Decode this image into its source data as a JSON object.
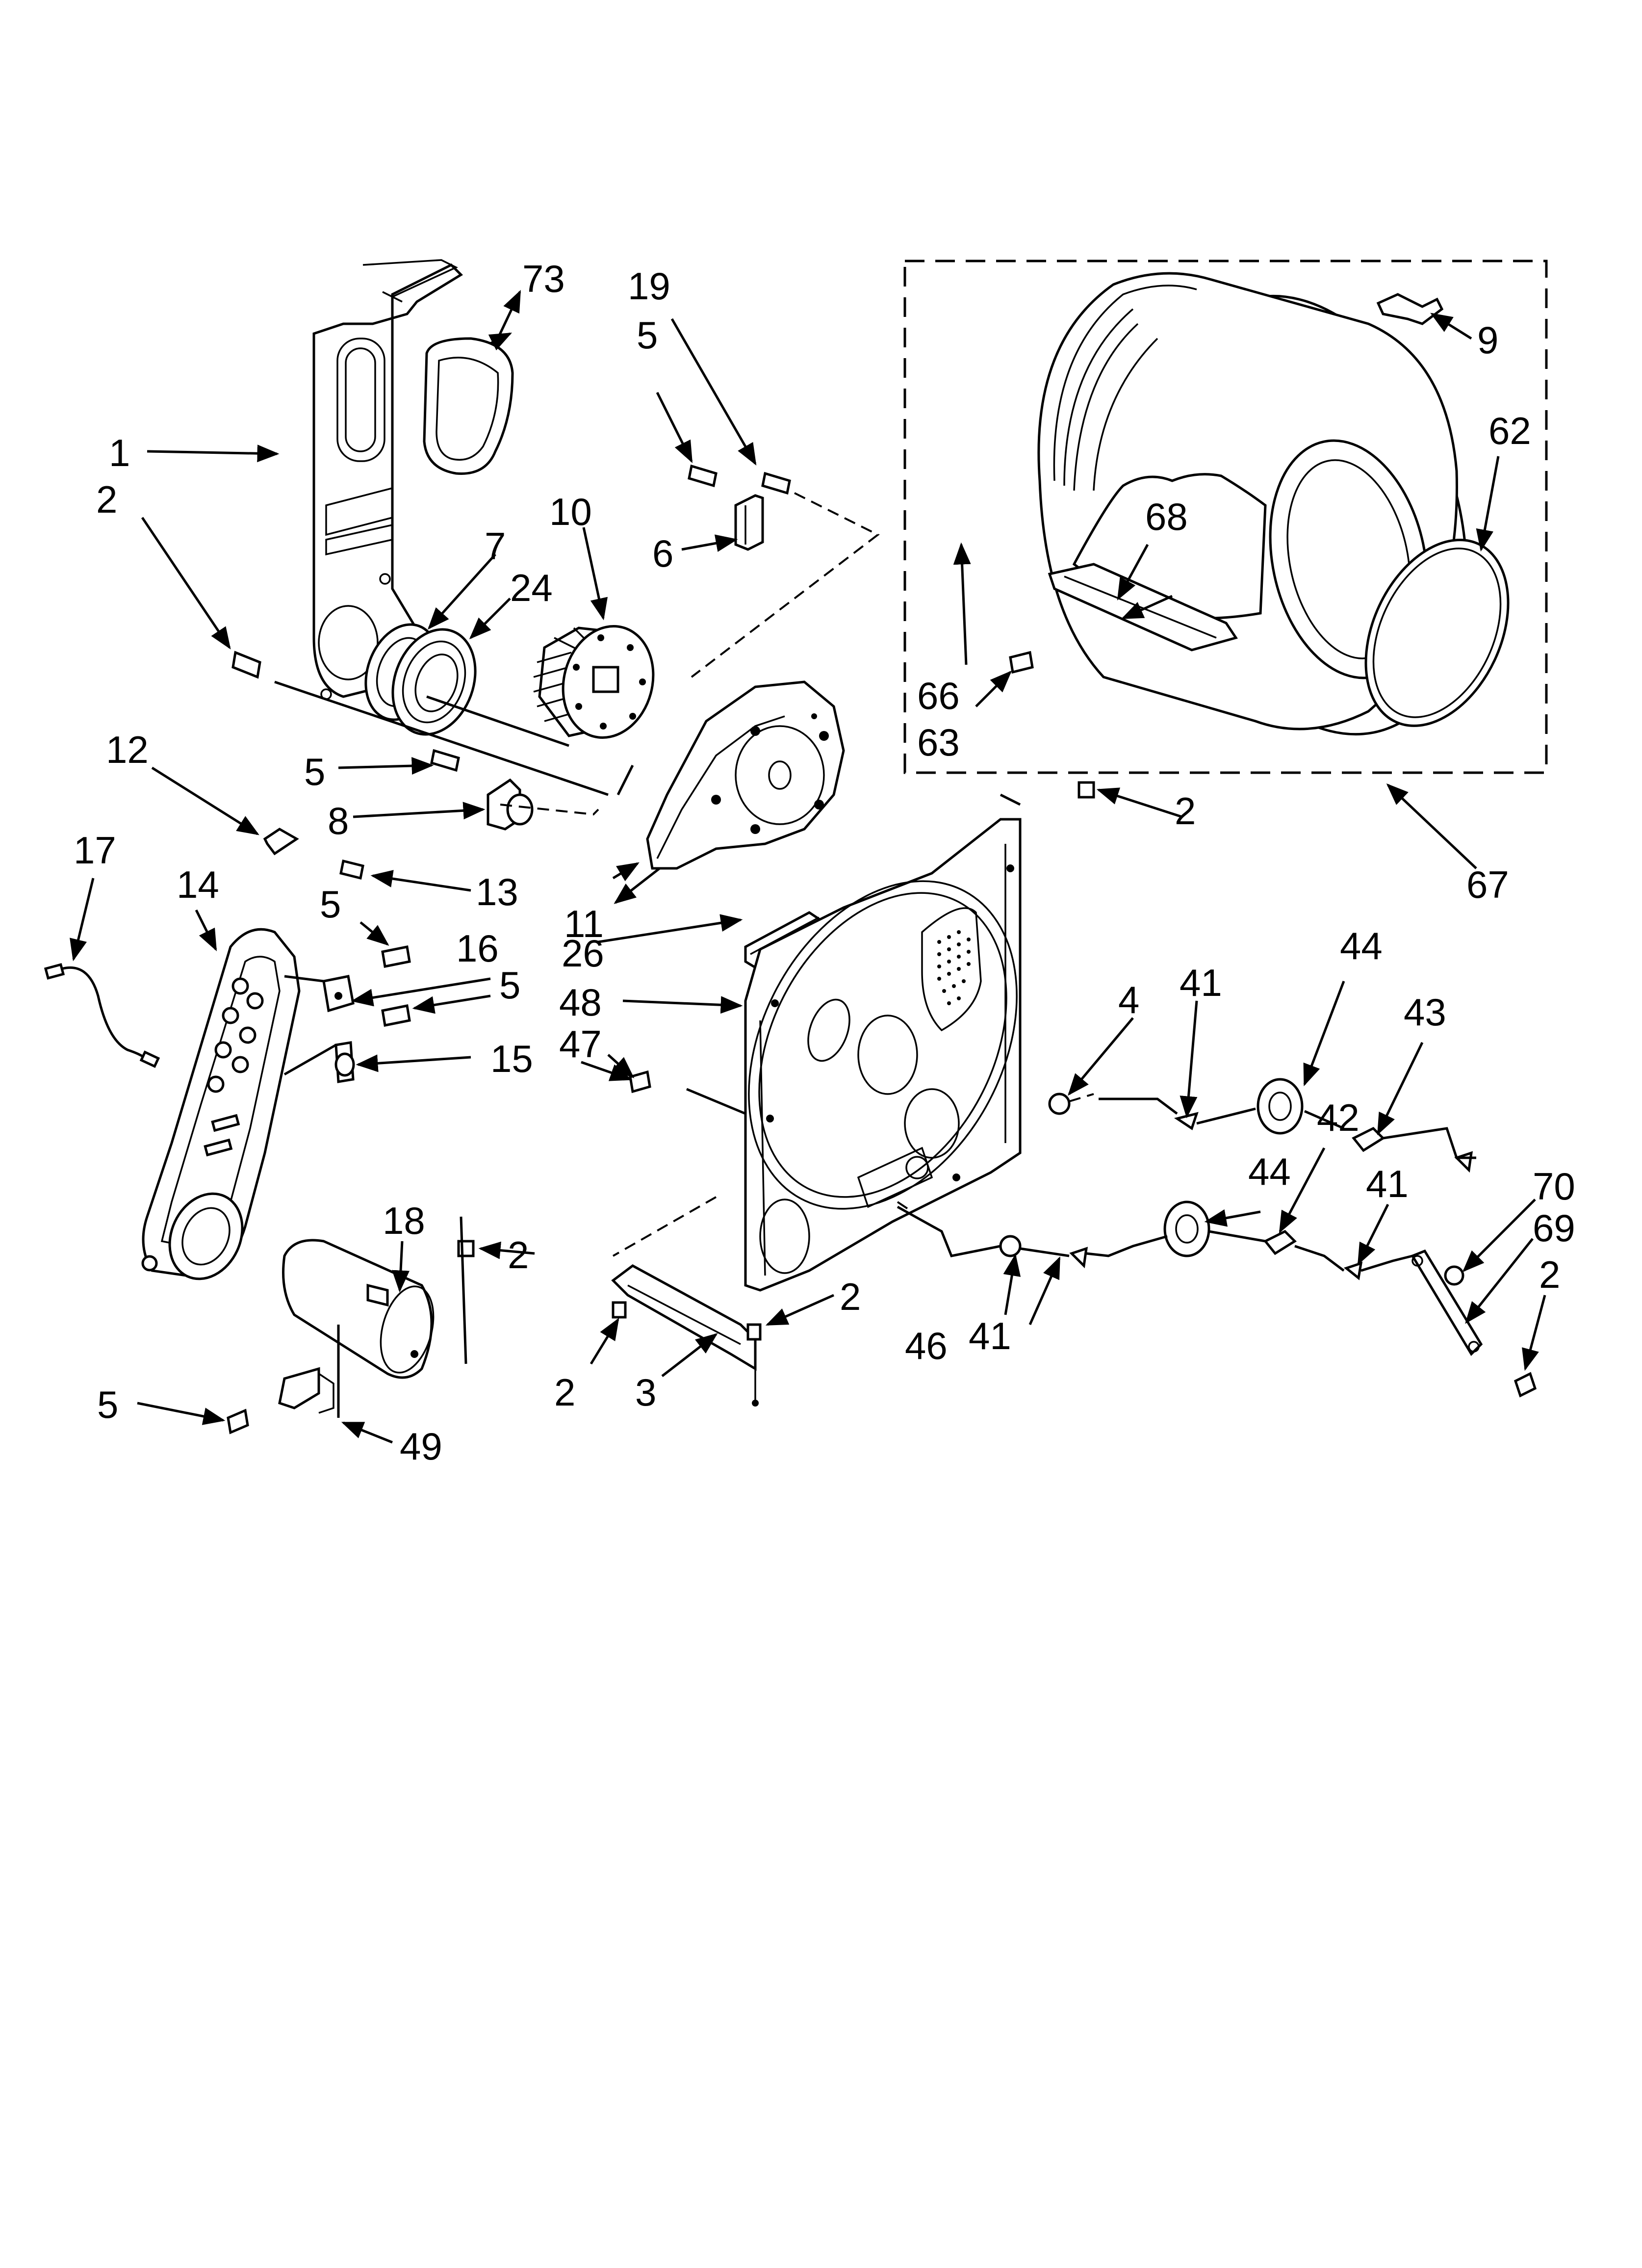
{
  "diagram": {
    "callouts": [
      {
        "id": "c1",
        "text": "1"
      },
      {
        "id": "c2a",
        "text": "2"
      },
      {
        "id": "c2b",
        "text": "2"
      },
      {
        "id": "c2c",
        "text": "2"
      },
      {
        "id": "c2d",
        "text": "2"
      },
      {
        "id": "c2e",
        "text": "2"
      },
      {
        "id": "c2f",
        "text": "2"
      },
      {
        "id": "c3",
        "text": "3"
      },
      {
        "id": "c4",
        "text": "4"
      },
      {
        "id": "c5a",
        "text": "5"
      },
      {
        "id": "c5b",
        "text": "5"
      },
      {
        "id": "c5c",
        "text": "5"
      },
      {
        "id": "c5d",
        "text": "5"
      },
      {
        "id": "c5e",
        "text": "5"
      },
      {
        "id": "c6",
        "text": "6"
      },
      {
        "id": "c7",
        "text": "7"
      },
      {
        "id": "c8",
        "text": "8"
      },
      {
        "id": "c9",
        "text": "9"
      },
      {
        "id": "c10",
        "text": "10"
      },
      {
        "id": "c11",
        "text": "11"
      },
      {
        "id": "c12",
        "text": "12"
      },
      {
        "id": "c13",
        "text": "13"
      },
      {
        "id": "c14",
        "text": "14"
      },
      {
        "id": "c15",
        "text": "15"
      },
      {
        "id": "c16",
        "text": "16"
      },
      {
        "id": "c17",
        "text": "17"
      },
      {
        "id": "c18",
        "text": "18"
      },
      {
        "id": "c19",
        "text": "19"
      },
      {
        "id": "c24",
        "text": "24"
      },
      {
        "id": "c26",
        "text": "26"
      },
      {
        "id": "c41a",
        "text": "41"
      },
      {
        "id": "c41b",
        "text": "41"
      },
      {
        "id": "c41c",
        "text": "41"
      },
      {
        "id": "c42",
        "text": "42"
      },
      {
        "id": "c43",
        "text": "43"
      },
      {
        "id": "c44a",
        "text": "44"
      },
      {
        "id": "c44b",
        "text": "44"
      },
      {
        "id": "c46",
        "text": "46"
      },
      {
        "id": "c47",
        "text": "47"
      },
      {
        "id": "c48",
        "text": "48"
      },
      {
        "id": "c49",
        "text": "49"
      },
      {
        "id": "c62",
        "text": "62"
      },
      {
        "id": "c63",
        "text": "63"
      },
      {
        "id": "c66",
        "text": "66"
      },
      {
        "id": "c67",
        "text": "67"
      },
      {
        "id": "c68",
        "text": "68"
      },
      {
        "id": "c69",
        "text": "69"
      },
      {
        "id": "c70",
        "text": "70"
      },
      {
        "id": "c73",
        "text": "73"
      }
    ]
  }
}
